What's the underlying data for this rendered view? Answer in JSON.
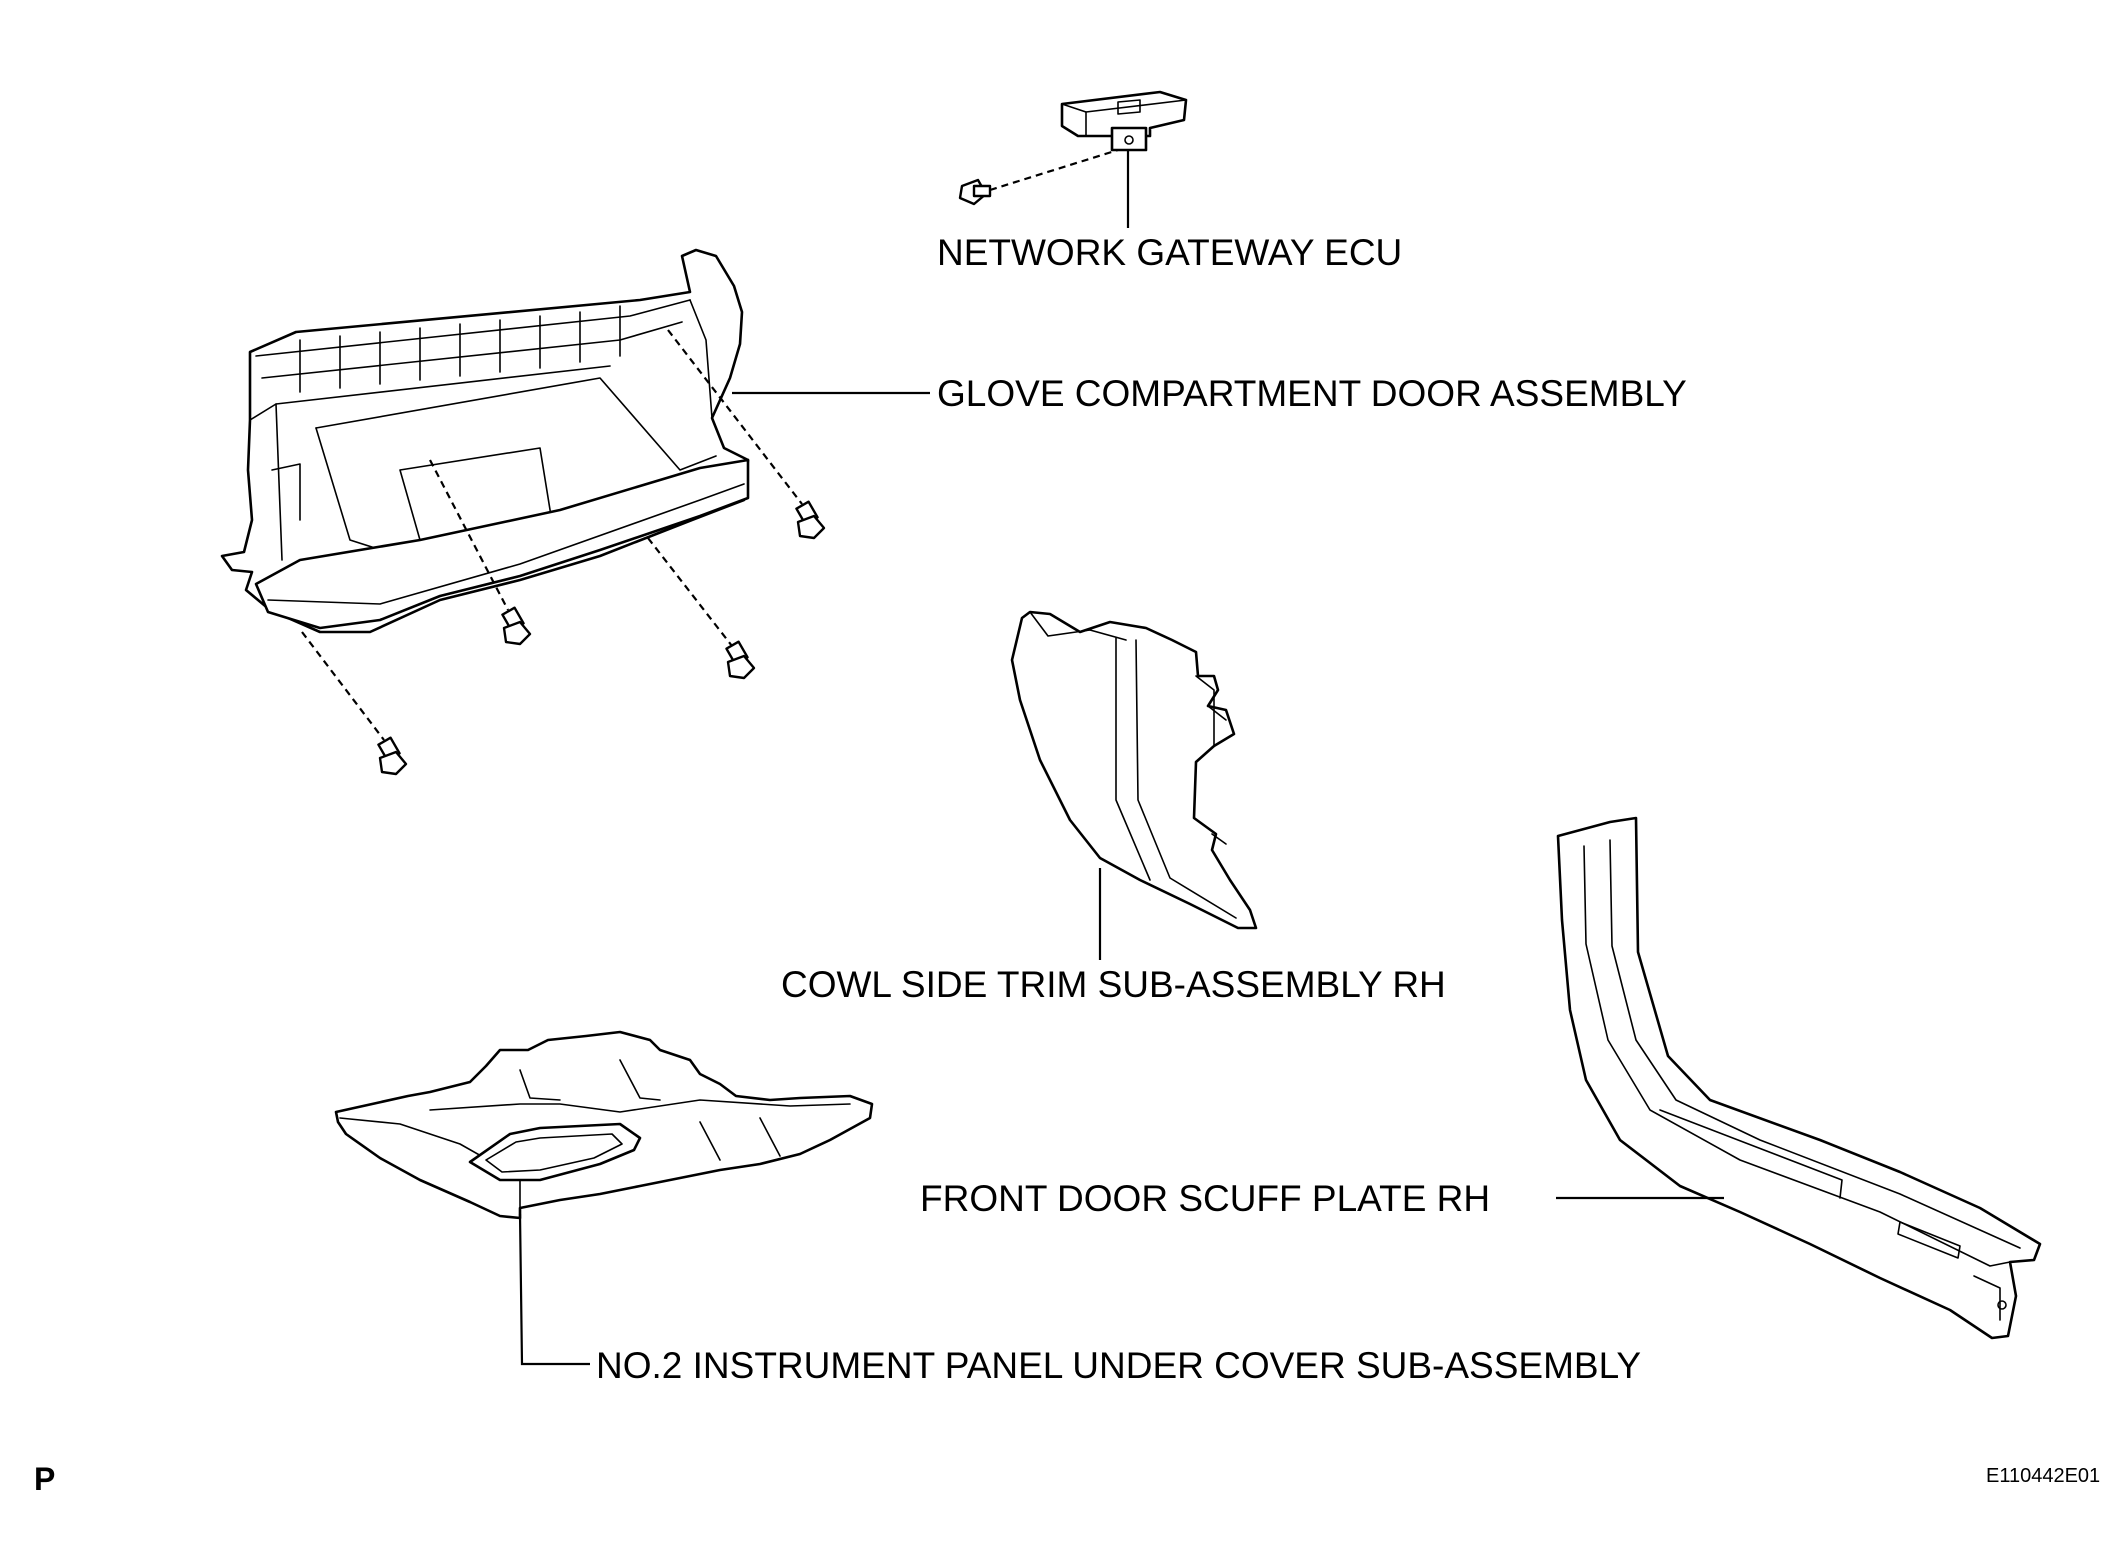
{
  "labels": {
    "network_gateway_ecu": "NETWORK GATEWAY ECU",
    "glove_compartment": "GLOVE COMPARTMENT DOOR ASSEMBLY",
    "cowl_side_trim": "COWL SIDE TRIM SUB-ASSEMBLY RH",
    "front_door_scuff": "FRONT DOOR SCUFF PLATE RH",
    "instrument_panel_cover": "NO.2 INSTRUMENT PANEL UNDER COVER SUB-ASSEMBLY"
  },
  "corner": {
    "page_letter": "P",
    "figure_id": "E110442E01"
  }
}
